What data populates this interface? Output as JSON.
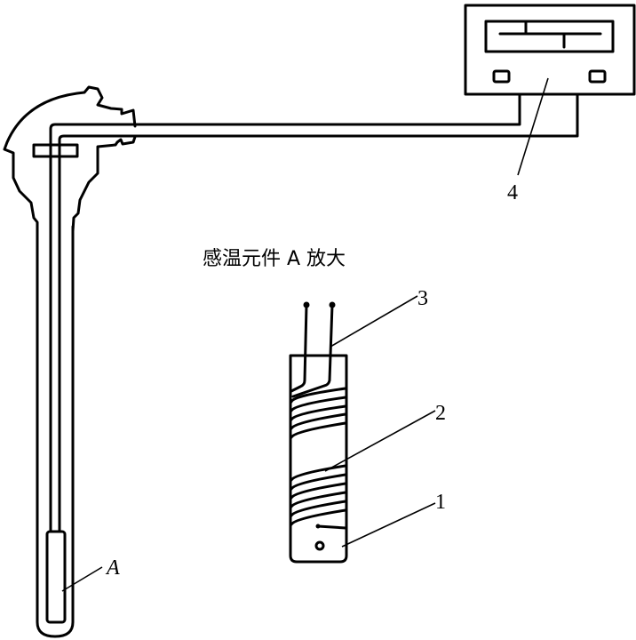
{
  "diagram": {
    "title": "感温元件 A 放大",
    "labels": {
      "element": "A",
      "part1": "1",
      "part2": "2",
      "part3": "3",
      "part4": "4"
    },
    "line_color": "#000000",
    "background": "#ffffff"
  }
}
